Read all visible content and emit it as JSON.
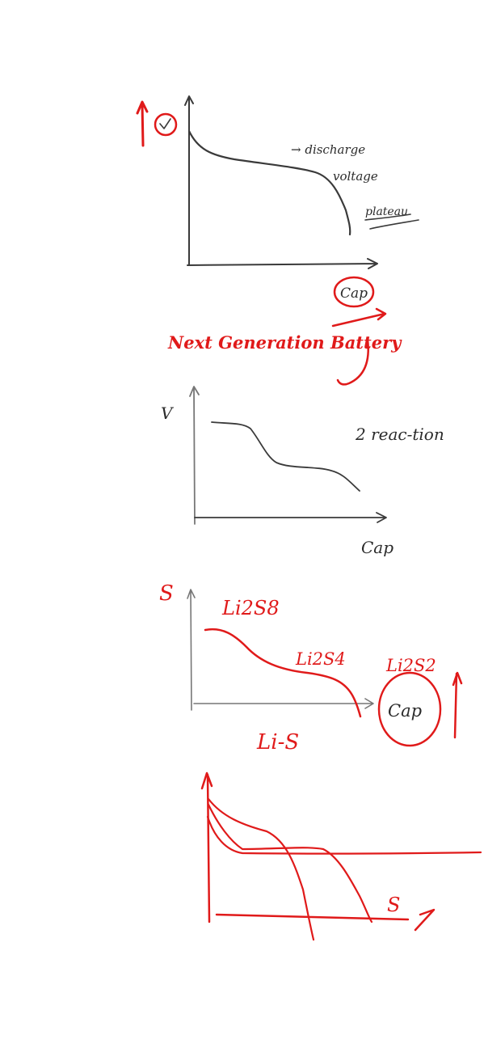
{
  "colors": {
    "background": "#ffffff",
    "red_ink": "#e01a1a",
    "dark_ink": "#2b2b2b",
    "grey_ink": "#777777"
  },
  "sketch1": {
    "up_arrow_note": "↑",
    "circle_mark": "✓",
    "annotation_line1": "→ discharge",
    "annotation_line2": "voltage",
    "annotation_line3": "plateau",
    "x_label": "Cap"
  },
  "heading": {
    "text": "Next Generation Battery"
  },
  "sketch2": {
    "y_label": "V",
    "note": "2 reac-tion",
    "x_label": "Cap"
  },
  "sketch3": {
    "y_label": "S",
    "label_1": "Li2S8",
    "label_2": "Li2S4",
    "label_3": "Li2S2",
    "x_label": "Cap",
    "arrow_note": "↑",
    "title": "Li-S"
  },
  "sketch4": {
    "x_label": "S"
  }
}
